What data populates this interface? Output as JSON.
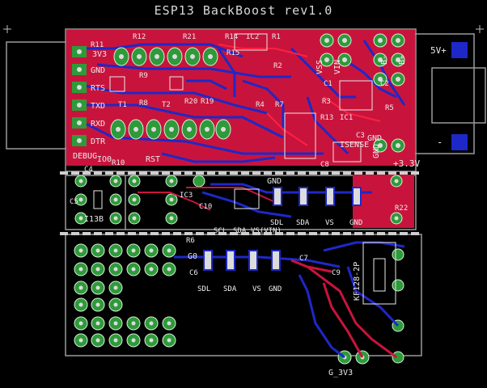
{
  "board": {
    "title": "ESP13 BackBoost rev1.0",
    "colors": {
      "top_copper": "#c8143c",
      "bottom_copper": "#1e28c8",
      "pad": "#2e9a3a",
      "silk": "#e8e8e8",
      "background": "#000000",
      "outline": "#9a9a9a"
    }
  },
  "header_pins": [
    "3V3",
    "GND",
    "RTS",
    "TXD",
    "RXD",
    "DTR",
    "DEBUG"
  ],
  "connectors": {
    "plus5v": "5V+",
    "minus": "-",
    "plus3v3": "+3.3V",
    "vss": "VSS",
    "vin": "VIN",
    "b_minus": "B-",
    "b_plus": "B+",
    "gnd": "GND",
    "isense": "ISENSE"
  },
  "refdes": [
    "R11",
    "R12",
    "R21",
    "R14",
    "IC2",
    "R1",
    "R15",
    "R9",
    "R8",
    "T1",
    "T2",
    "R20",
    "R19",
    "R4",
    "R7",
    "R2",
    "C1",
    "R3",
    "R13",
    "IC1",
    "C2",
    "R5",
    "C3",
    "C8",
    "R10",
    "C4",
    "C10",
    "C5",
    "IC3",
    "R22",
    "R6",
    "C6",
    "C7",
    "C9"
  ],
  "bus_labels": [
    "SDL",
    "SDA",
    "VS",
    "GND",
    "SCL",
    "SDA",
    "VS(VIN)",
    "SDL",
    "SDA",
    "VS",
    "GND"
  ],
  "mid_labels": {
    "reset": "RST",
    "io0": "IO0",
    "i13b": "I13B",
    "top_gnd": "GND",
    "kf": "KF128-2P",
    "g3v3": "G_3V3",
    "g0": "G0"
  }
}
